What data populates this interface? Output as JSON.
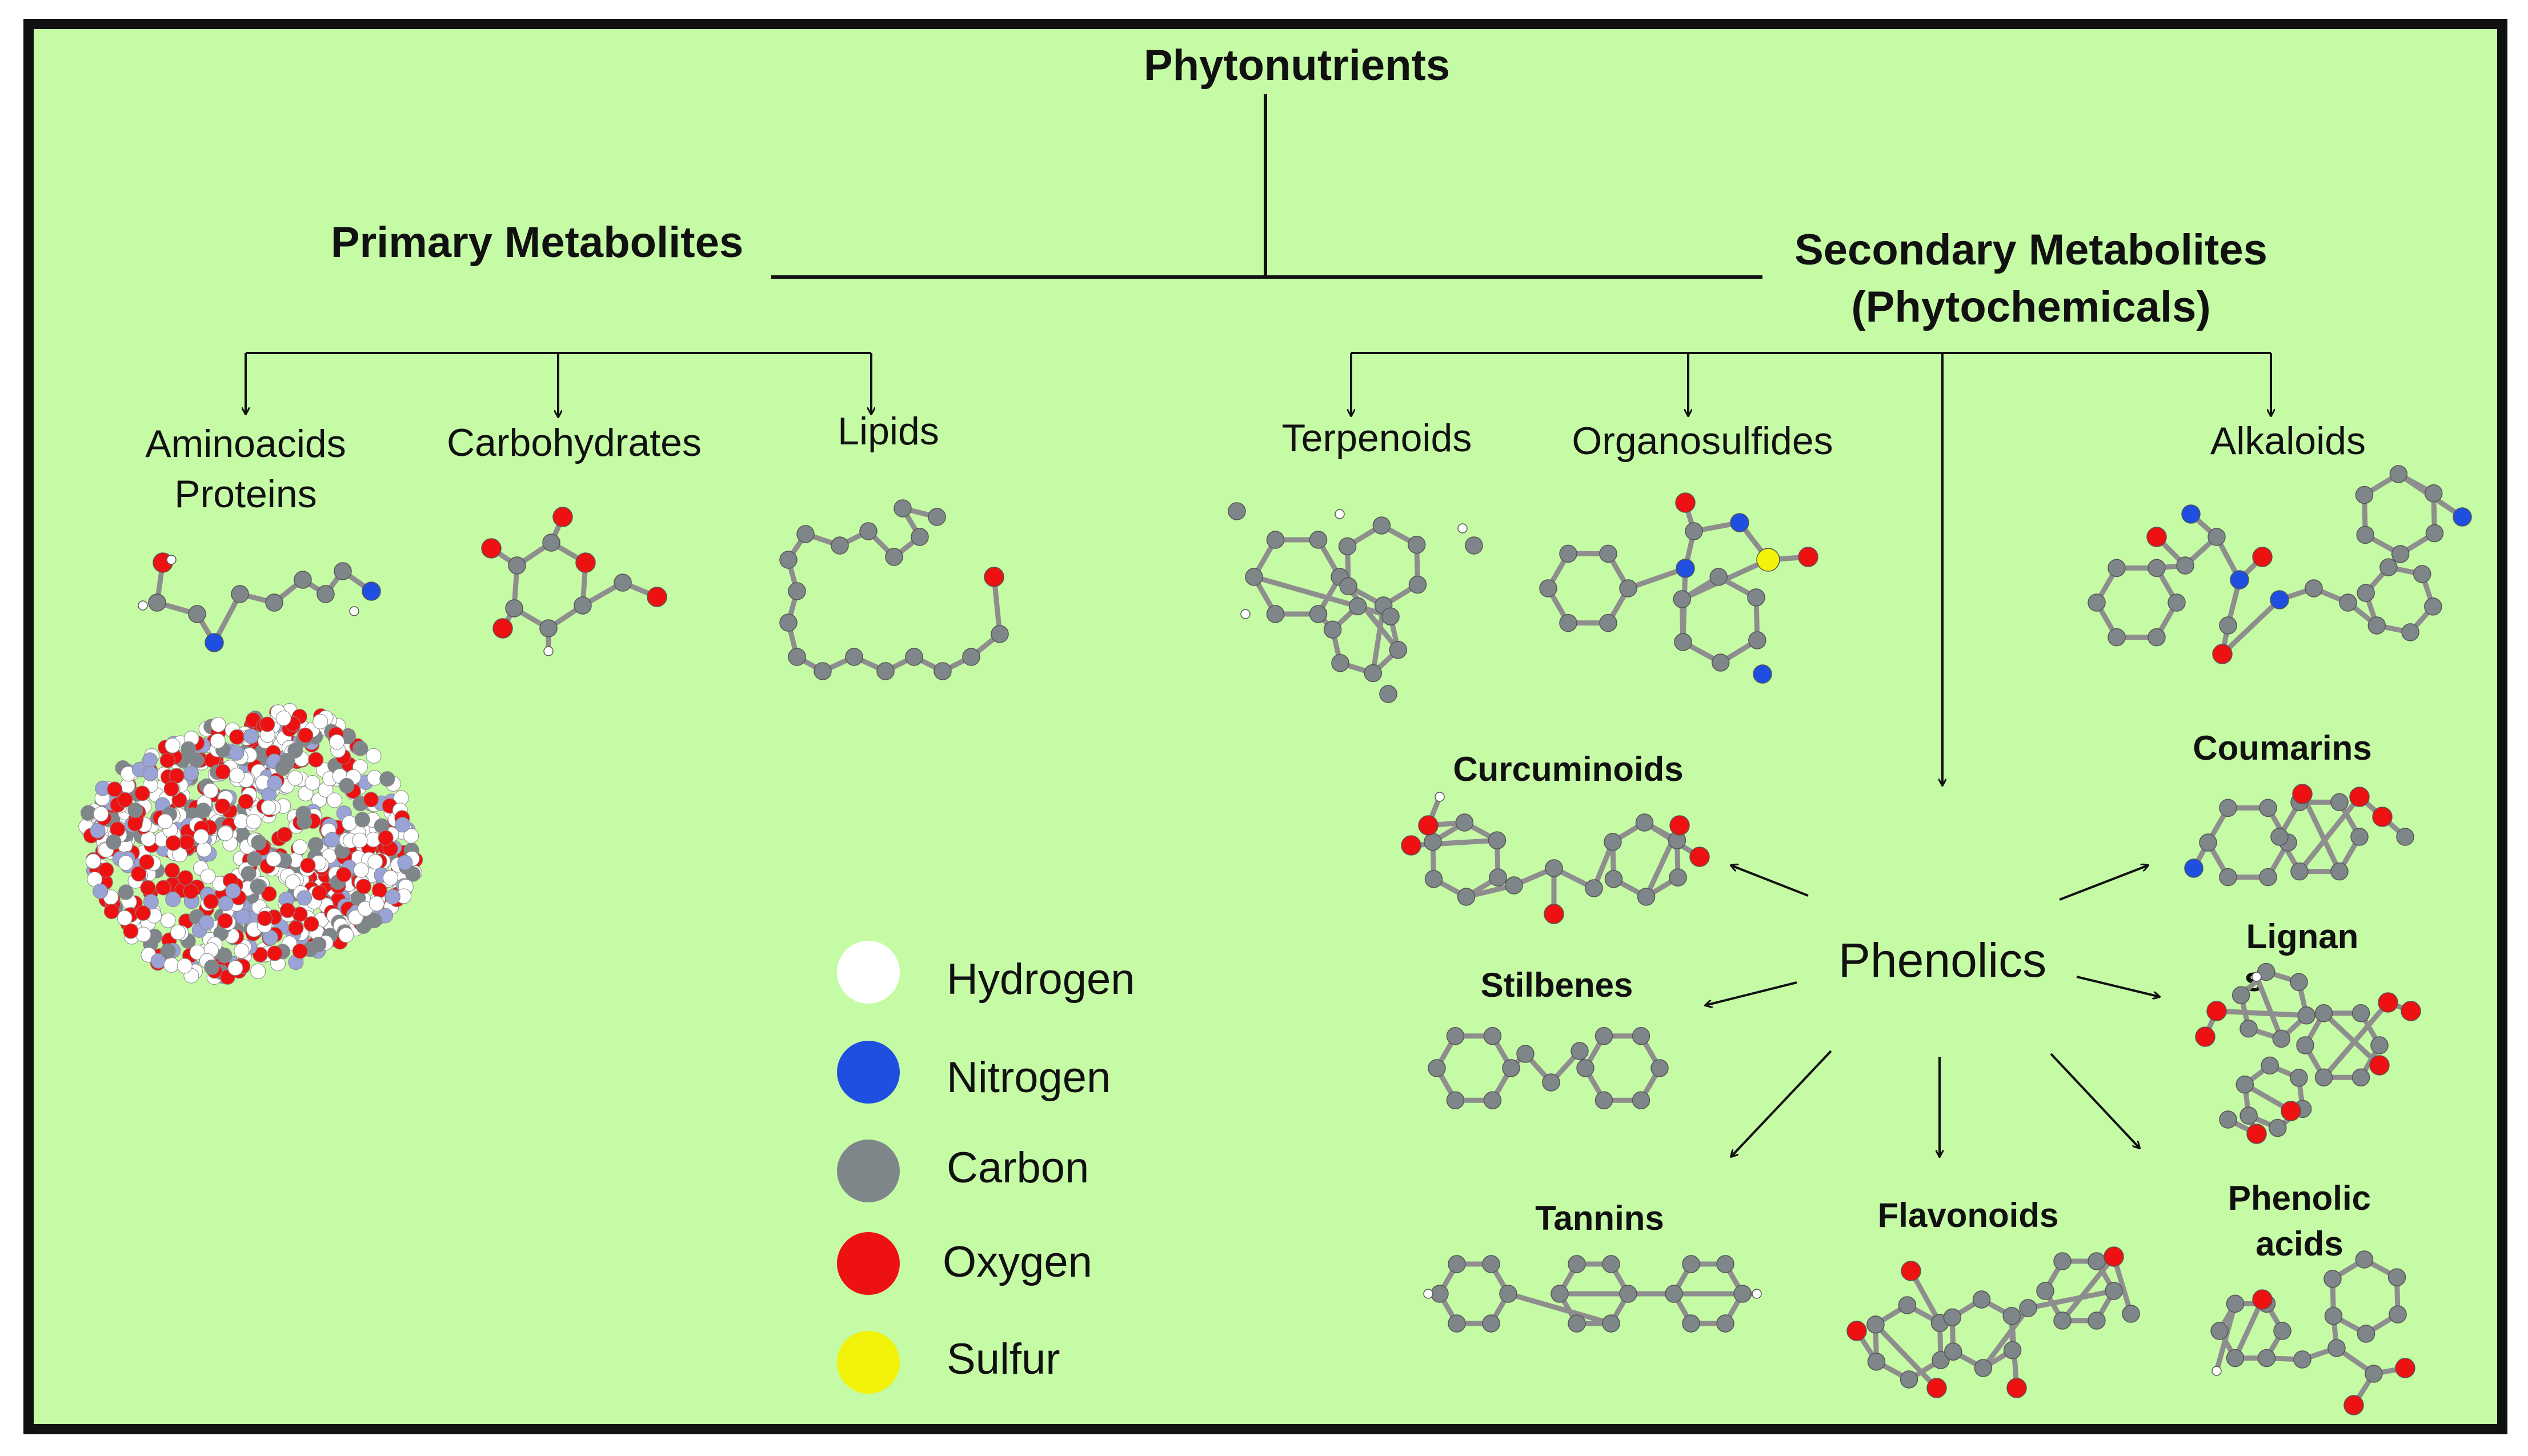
{
  "title": "Phytonutrients",
  "branches": {
    "primary": "Primary Metabolites",
    "secondary_line1": "Secondary Metabolites",
    "secondary_line2": "(Phytochemicals)"
  },
  "primary_classes": {
    "aminoacids_line1": "Aminoacids",
    "aminoacids_line2": "Proteins",
    "carbohydrates": "Carbohydrates",
    "lipids": "Lipids"
  },
  "secondary_classes": {
    "terpenoids": "Terpenoids",
    "organosulfides": "Organosulfides",
    "alkaloids": "Alkaloids",
    "phenolics": "Phenolics"
  },
  "phenolic_subclasses": {
    "curcuminoids": "Curcuminoids",
    "coumarins": "Coumarins",
    "lignans_line1": "Lignan",
    "lignans_line2": "s",
    "stilbenes": "Stilbenes",
    "tannins": "Tannins",
    "flavonoids": "Flavonoids",
    "phenolic_acids_line1": "Phenolic",
    "phenolic_acids_line2": "acids"
  },
  "legend": [
    {
      "label": "Hydrogen",
      "color": "#ffffff"
    },
    {
      "label": "Nitrogen",
      "color": "#1f4fe0"
    },
    {
      "label": "Carbon",
      "color": "#7f868a"
    },
    {
      "label": "Oxygen",
      "color": "#ee1111"
    },
    {
      "label": "Sulfur",
      "color": "#f2f20a"
    }
  ],
  "colors": {
    "background": "#c6fba6",
    "frame": "#111111",
    "hydrogen": "#ffffff",
    "nitrogen": "#1f4fe0",
    "carbon": "#7f868a",
    "oxygen": "#ee1111",
    "sulfur": "#f2f20a",
    "bond": "#8e8e8e"
  }
}
